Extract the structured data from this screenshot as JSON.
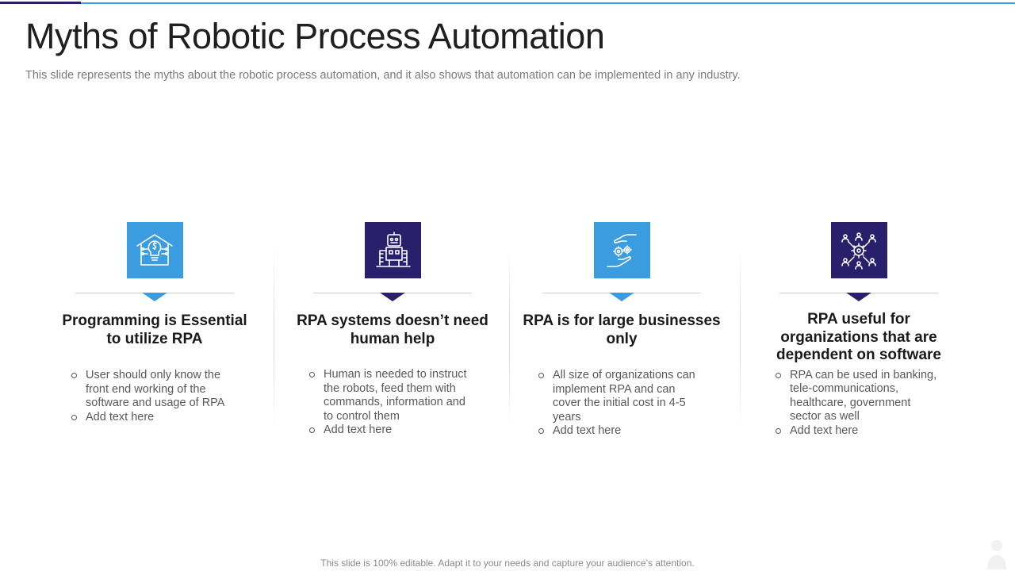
{
  "title": "Myths of Robotic Process Automation",
  "subtitle": "This slide represents the myths about the robotic process automation, and it also shows that automation can be implemented in any industry.",
  "colors": {
    "accent_blue": "#3b9de0",
    "accent_navy": "#2a1f6b"
  },
  "columns": [
    {
      "icon": "money-bulb-house-icon",
      "icon_color": "#3b9de0",
      "heading": "Programming is Essential to utilize RPA",
      "bullets": [
        "User should only know the front end working of the software and usage of RPA",
        "Add text here"
      ]
    },
    {
      "icon": "robot-building-icon",
      "icon_color": "#2a1f6b",
      "heading": "RPA systems doesn’t need human help",
      "bullets": [
        "Human is needed to instruct the robots, feed them with commands, information and to control them",
        "Add text here"
      ]
    },
    {
      "icon": "hands-gears-icon",
      "icon_color": "#3b9de0",
      "heading": "RPA is for large businesses only",
      "bullets": [
        "All size of organizations can implement RPA and can cover the initial cost in 4-5 years",
        "Add text here"
      ]
    },
    {
      "icon": "network-people-gear-icon",
      "icon_color": "#2a1f6b",
      "heading": "RPA useful for organizations that are dependent on software",
      "bullets": [
        "RPA can be used in banking, tele-communications, healthcare, government sector as well",
        "Add text here"
      ]
    }
  ],
  "footer": "This slide is 100% editable. Adapt it to your needs and capture your audience’s attention."
}
